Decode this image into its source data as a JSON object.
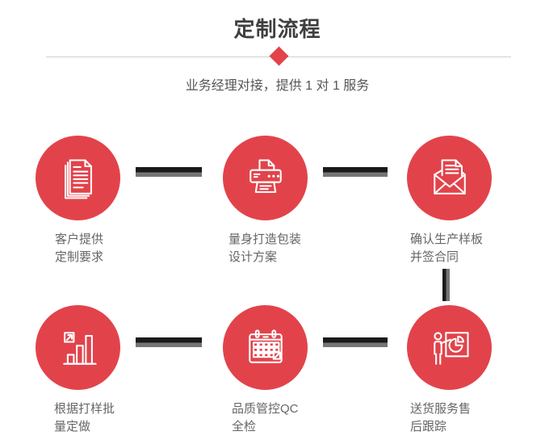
{
  "page": {
    "title": "定制流程",
    "subtitle": "业务经理对接，提供 1 对 1 服务"
  },
  "colors": {
    "accent_red": "#e2434b",
    "connector_dark": "#1a1a1a",
    "connector_gray": "#757575",
    "title_text": "#3f3f3f",
    "subtitle_text": "#555555",
    "label_text": "#666666",
    "divider": "#cfcfcf",
    "icon_stroke": "#ffffff"
  },
  "steps": [
    {
      "id": "customer-requirements",
      "icon": "documents-icon",
      "label_line1": "客户提供",
      "label_line2": "定制要求"
    },
    {
      "id": "packaging-design",
      "icon": "printer-icon",
      "label_line1": "量身打造包装",
      "label_line2": "设计方案"
    },
    {
      "id": "sample-confirmation",
      "icon": "envelope-icon",
      "label_line1": "确认生产样板",
      "label_line2": "并签合同"
    },
    {
      "id": "batch-production",
      "icon": "bar-chart-icon",
      "label_line1": "根据打样批",
      "label_line2": "量定做"
    },
    {
      "id": "qc-inspection",
      "icon": "calendar-icon",
      "label_line1": "品质管控QC",
      "label_line2": "全检"
    },
    {
      "id": "delivery-aftersales",
      "icon": "presentation-icon",
      "label_line1": "送货服务售",
      "label_line2": "后跟踪"
    }
  ]
}
